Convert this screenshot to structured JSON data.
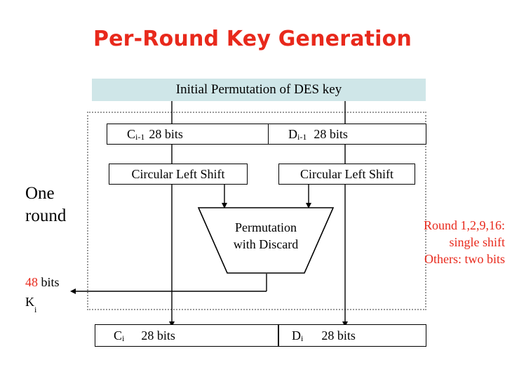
{
  "slide": {
    "title": "Per-Round Key Generation",
    "initial_permutation_bar": "Initial Permutation of DES key",
    "left_labels": {
      "one_round_line1": "One",
      "one_round_line2": "round",
      "bits_value": "48",
      "bits_unit": " bits",
      "key_label": "K",
      "key_subscript": "i"
    },
    "top_registers": [
      {
        "name": "C",
        "subscript": "i-1",
        "size": "28 bits"
      },
      {
        "name": "D",
        "subscript": "i-1",
        "size": "28 bits"
      }
    ],
    "shift_boxes": [
      "Circular Left Shift",
      "Circular Left Shift"
    ],
    "permutation_block": {
      "line1": "Permutation",
      "line2": "with Discard"
    },
    "round_note": [
      "Round 1,2,9,16:",
      "single shift",
      "Others: two bits"
    ],
    "bottom_registers": [
      {
        "name": "C",
        "subscript": "i",
        "size": "28 bits"
      },
      {
        "name": "D",
        "subscript": "i",
        "size": "28 bits"
      }
    ]
  },
  "colors": {
    "title_red": "#e8291c",
    "bar_teal": "#cfe6e8",
    "outline_black": "#000000",
    "dotted_gray": "#9a9a9a"
  }
}
